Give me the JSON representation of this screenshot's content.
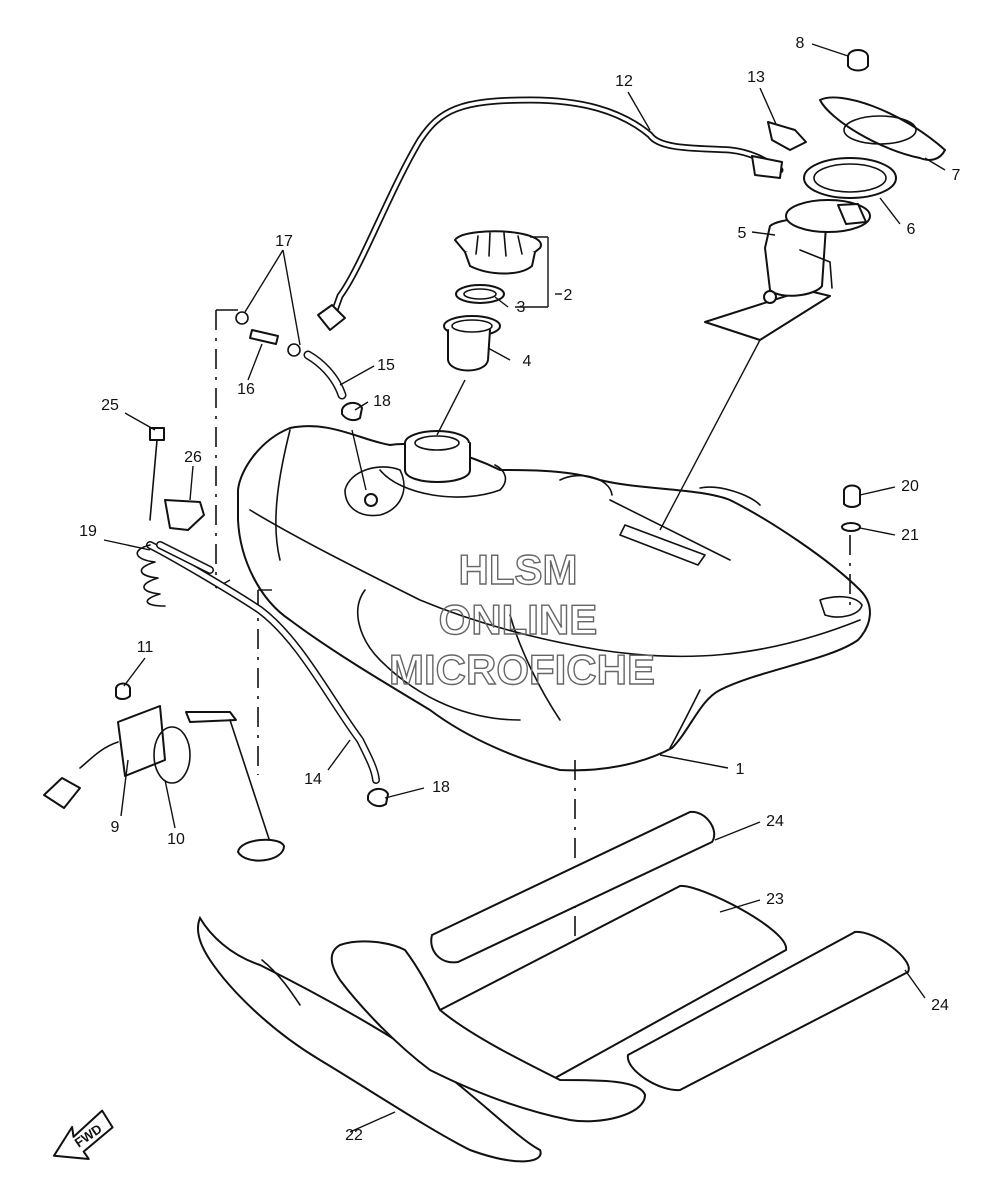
{
  "watermark": {
    "line1": "HLSM",
    "line2": "ONLINE",
    "line3": "MICROFICHE"
  },
  "direction_badge": "FWD",
  "callouts": [
    {
      "id": "1",
      "label": "1"
    },
    {
      "id": "2",
      "label": "2"
    },
    {
      "id": "3",
      "label": "3"
    },
    {
      "id": "4",
      "label": "4"
    },
    {
      "id": "5",
      "label": "5"
    },
    {
      "id": "6",
      "label": "6"
    },
    {
      "id": "7",
      "label": "7"
    },
    {
      "id": "8",
      "label": "8"
    },
    {
      "id": "9",
      "label": "9"
    },
    {
      "id": "10",
      "label": "10"
    },
    {
      "id": "11",
      "label": "11"
    },
    {
      "id": "12",
      "label": "12"
    },
    {
      "id": "13",
      "label": "13"
    },
    {
      "id": "14",
      "label": "14"
    },
    {
      "id": "15",
      "label": "15"
    },
    {
      "id": "16",
      "label": "16"
    },
    {
      "id": "17",
      "label": "17"
    },
    {
      "id": "18a",
      "label": "18"
    },
    {
      "id": "18b",
      "label": "18"
    },
    {
      "id": "19",
      "label": "19"
    },
    {
      "id": "20",
      "label": "20"
    },
    {
      "id": "21",
      "label": "21"
    },
    {
      "id": "22",
      "label": "22"
    },
    {
      "id": "23",
      "label": "23"
    },
    {
      "id": "24a",
      "label": "24"
    },
    {
      "id": "24b",
      "label": "24"
    },
    {
      "id": "25",
      "label": "25"
    },
    {
      "id": "26",
      "label": "26"
    }
  ]
}
